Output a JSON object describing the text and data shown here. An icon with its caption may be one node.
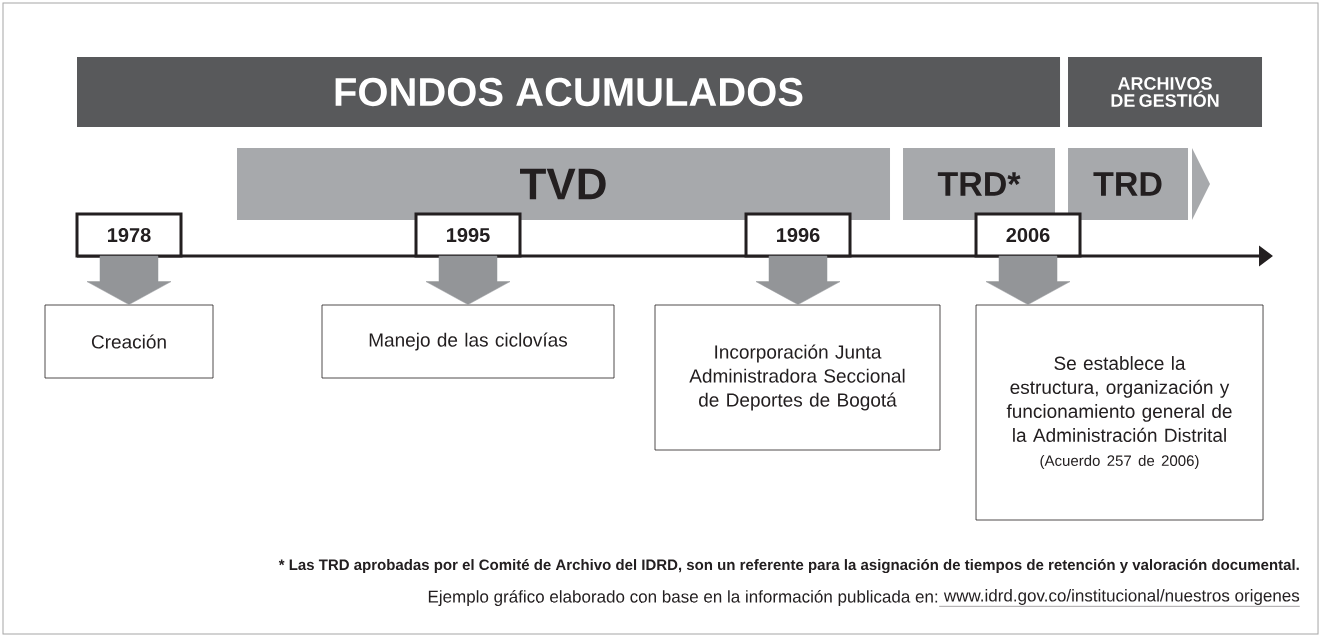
{
  "diagram": {
    "nodes": [
      {
        "text": [
          "FONDOS ACUMULADOS"
        ]
      },
      {
        "text": [
          "ARCHIVOS DE GESTIÓN"
        ]
      },
      {
        "text": [
          "TVD"
        ]
      },
      {
        "text": [
          "TRD*"
        ]
      },
      {
        "text": [
          "TRD"
        ]
      },
      {
        "text": [
          "1978"
        ]
      },
      {
        "text": [
          "Creación"
        ]
      },
      {
        "text": [
          "1995"
        ]
      },
      {
        "text": [
          "Manejo de las ciclovías"
        ]
      },
      {
        "text": [
          "1996"
        ]
      },
      {
        "text": [
          "Incorporación Junta Administradora Seccional de Deportes de Bogotá"
        ]
      },
      {
        "text": [
          "2006"
        ]
      },
      {
        "text": [
          "Se establece la estructura, organización y funcionamiento general de la Administración Distrital",
          "(Acuerdo 257 de 2006)"
        ]
      }
    ],
    "edges": [
      {
        "from": 5,
        "to": 6,
        "arrow": "to"
      },
      {
        "from": 7,
        "to": 8,
        "arrow": "to"
      },
      {
        "from": 9,
        "to": 10,
        "arrow": "to"
      },
      {
        "from": 11,
        "to": 12,
        "arrow": "to"
      }
    ],
    "labels": [
      "* Las TRD aprobadas por el Comité de Archivo del IDRD, son un referente para la asignación de tiempos de retención y valoración documental.",
      "Ejemplo gráfico elaborado con base en la información publicada en:",
      "www.idrd.gov.co/institucional/nuestros origenes"
    ]
  }
}
